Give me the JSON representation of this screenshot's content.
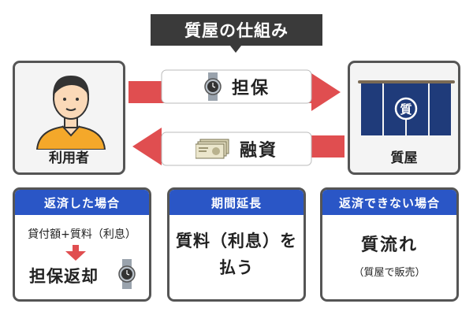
{
  "title": "質屋の仕組み",
  "actors": {
    "user_label": "利用者",
    "pawnshop_label": "質屋",
    "noren_mark": "質"
  },
  "flows": {
    "collateral_label": "担保",
    "financing_label": "融資"
  },
  "cards": {
    "repay": {
      "header": "返済した場合",
      "amount_text": "貸付額+質料（利息）",
      "result_text": "担保返却"
    },
    "extend": {
      "header": "期間延長",
      "line1": "質料（利息）を",
      "line2": "払う"
    },
    "default": {
      "header": "返済できない場合",
      "main_text": "質流れ",
      "sub_text": "（質屋で販売）"
    }
  },
  "colors": {
    "title_bg": "#3a3a3a",
    "arrow_red": "#e04e50",
    "card_header_blue": "#2a56c6",
    "noren_navy": "#1f3b7a",
    "user_shirt": "#f4a82a",
    "box_border": "#555555"
  },
  "icons": {
    "watch": "wristwatch-icon",
    "cash": "banknote-stack-icon",
    "person": "person-icon",
    "noren": "noren-curtain-icon",
    "down_arrow": "down-arrow-icon"
  }
}
